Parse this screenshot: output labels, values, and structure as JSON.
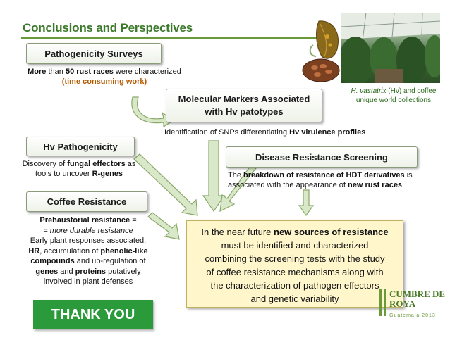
{
  "title": "Conclusions and Perspectives",
  "boxes": {
    "pathogenicity_surveys": "Pathogenicity Surveys",
    "molecular_markers_line1": "Molecular Markers Associated",
    "molecular_markers_line2": "with Hv patotypes",
    "hv_pathogenicity": "Hv Pathogenicity",
    "disease_resistance": "Disease Resistance Screening",
    "coffee_resistance": "Coffee Resistance"
  },
  "texts": {
    "surveys_more": "More",
    "surveys_mid1": " than ",
    "surveys_bold": "50 rust races",
    "surveys_mid2": " were characterized",
    "surveys_time": "(time consuming work)",
    "snps_plain": "Identification of SNPs differentiating ",
    "snps_bold": "Hv virulence profiles",
    "hv_plain1": "Discovery of ",
    "hv_bold1": "fungal effectors",
    "hv_plain2": " as",
    "hv_plain3": "tools to uncover ",
    "hv_bold2": "R-genes",
    "drs_plain1": "The ",
    "drs_bold1": "breakdown of resistance of HDT derivatives",
    "drs_plain2": " is",
    "drs_plain3": "associated with the appearance of ",
    "drs_bold2": "new rust races",
    "cr_bold1": "Prehaustorial resistance",
    "cr_plain1": " =",
    "cr_italic": "= more durable resistance",
    "cr_line3": "Early plant responses associated:",
    "cr_bold2": "HR",
    "cr_plain2": ", accumulation of ",
    "cr_bold3": "phenolic-like",
    "cr_bold4": "compounds",
    "cr_plain3": " and up-regulation of",
    "cr_bold5": "genes",
    "cr_plain4": " and ",
    "cr_bold6": "proteins",
    "cr_plain5": " putatively",
    "cr_line6": "involved in plant defenses"
  },
  "conclusion": {
    "plain1": "In the near future ",
    "bold": "new sources of resistance",
    "line2": "must be identified and characterized",
    "line3": "combining the screening tests with the study",
    "line4": "of coffee resistance mechanisms along with",
    "line5": "the characterization of pathogen effectors",
    "line6": "and genetic variability"
  },
  "thank_you": "THANK YOU",
  "caption": {
    "italic": "H. vastatrix",
    "rest1": " (Hv) and coffee",
    "rest2": "unique world collections"
  },
  "logo": {
    "big": "CUMBRE DE ROYA",
    "small": "Guatemala 2013"
  },
  "colors": {
    "title_green": "#3b7a2a",
    "arrow_fill": "#d9e8c8",
    "arrow_stroke": "#8aa86a",
    "conclusion_bg": "#fff6cc",
    "thank_you_bg": "#2a9a3a",
    "time_consuming": "#b35a00"
  }
}
